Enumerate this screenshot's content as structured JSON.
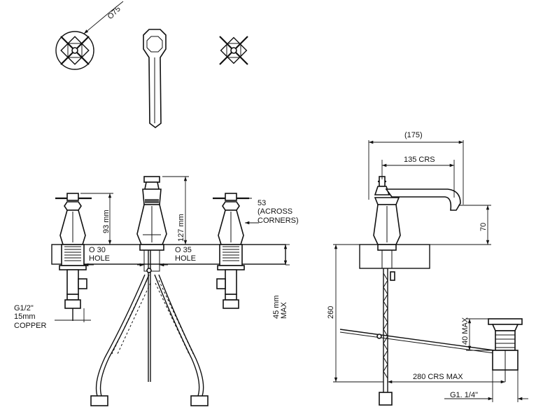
{
  "plan": {
    "handle_diameter": "O75"
  },
  "front": {
    "handle_height": "93 mm",
    "spout_height": "127 mm",
    "across_corners_1": "53",
    "across_corners_2": "(ACROSS",
    "across_corners_3": "CORNERS)",
    "hole_30_1": "O 30",
    "hole_30_2": "HOLE",
    "hole_35_1": "O 35",
    "hole_35_2": "HOLE",
    "max_45_1": "45 mm",
    "max_45_2": "MAX",
    "conn_1": "G1/2\"",
    "conn_2": "15mm",
    "conn_3": "COPPER"
  },
  "side": {
    "width_175": "(175)",
    "crs_135": "135  CRS",
    "height_70": "70",
    "height_260": "260",
    "waste_max_1": "40 MAX",
    "crs_max_280": "280  CRS MAX",
    "waste_thread": "G1. 1/4\""
  }
}
